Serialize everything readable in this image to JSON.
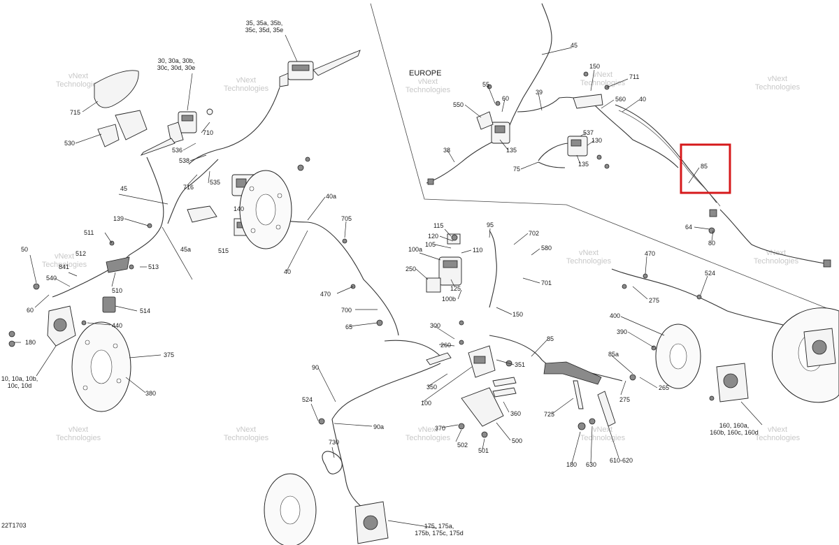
{
  "diagram": {
    "region_label": "EUROPE",
    "drawing_id": "22T1703",
    "watermark_line1": "vNext",
    "watermark_line2": "Technologies",
    "highlight_color": "#d6191b",
    "callouts": [
      {
        "id": "c-35",
        "lines": [
          "35, 35a, 35b,",
          "35c, 35d, 35e"
        ]
      },
      {
        "id": "c-30",
        "lines": [
          "30, 30a, 30b,",
          "30c, 30d, 30e"
        ]
      },
      {
        "id": "c-715",
        "lines": [
          "715"
        ]
      },
      {
        "id": "c-530",
        "lines": [
          "530"
        ]
      },
      {
        "id": "c-710",
        "lines": [
          "710"
        ]
      },
      {
        "id": "c-536",
        "lines": [
          "536"
        ]
      },
      {
        "id": "c-538",
        "lines": [
          "538"
        ]
      },
      {
        "id": "c-716",
        "lines": [
          "716"
        ]
      },
      {
        "id": "c-535",
        "lines": [
          "535"
        ]
      },
      {
        "id": "c-140",
        "lines": [
          "140"
        ]
      },
      {
        "id": "c-515",
        "lines": [
          "515"
        ]
      },
      {
        "id": "c-45a",
        "lines": [
          "45a"
        ]
      },
      {
        "id": "c-45-left",
        "lines": [
          "45"
        ]
      },
      {
        "id": "c-139",
        "lines": [
          "139"
        ]
      },
      {
        "id": "c-511",
        "lines": [
          "511"
        ]
      },
      {
        "id": "c-512",
        "lines": [
          "512"
        ]
      },
      {
        "id": "c-841",
        "lines": [
          "841"
        ]
      },
      {
        "id": "c-513",
        "lines": [
          "513"
        ]
      },
      {
        "id": "c-50",
        "lines": [
          "50"
        ]
      },
      {
        "id": "c-540",
        "lines": [
          "540"
        ]
      },
      {
        "id": "c-510",
        "lines": [
          "510"
        ]
      },
      {
        "id": "c-60-left",
        "lines": [
          "60"
        ]
      },
      {
        "id": "c-514",
        "lines": [
          "514"
        ]
      },
      {
        "id": "c-440",
        "lines": [
          "440"
        ]
      },
      {
        "id": "c-180-left",
        "lines": [
          "180"
        ]
      },
      {
        "id": "c-375",
        "lines": [
          "375"
        ]
      },
      {
        "id": "c-10",
        "lines": [
          "10, 10a, 10b,",
          "10c, 10d"
        ]
      },
      {
        "id": "c-380",
        "lines": [
          "380"
        ]
      },
      {
        "id": "c-40a",
        "lines": [
          "40a"
        ]
      },
      {
        "id": "c-705",
        "lines": [
          "705"
        ]
      },
      {
        "id": "c-40-mid",
        "lines": [
          "40"
        ]
      },
      {
        "id": "c-470-mid",
        "lines": [
          "470"
        ]
      },
      {
        "id": "c-700",
        "lines": [
          "700"
        ]
      },
      {
        "id": "c-65",
        "lines": [
          "65"
        ]
      },
      {
        "id": "c-90",
        "lines": [
          "90"
        ]
      },
      {
        "id": "c-524-left",
        "lines": [
          "524"
        ]
      },
      {
        "id": "c-90a",
        "lines": [
          "90a"
        ]
      },
      {
        "id": "c-730",
        "lines": [
          "730"
        ]
      },
      {
        "id": "c-175",
        "lines": [
          "175, 175a,",
          "175b, 175c, 175d"
        ]
      },
      {
        "id": "c-115",
        "lines": [
          "115"
        ]
      },
      {
        "id": "c-120",
        "lines": [
          "120"
        ]
      },
      {
        "id": "c-105",
        "lines": [
          "105"
        ]
      },
      {
        "id": "c-100a",
        "lines": [
          "100a"
        ]
      },
      {
        "id": "c-110",
        "lines": [
          "110"
        ]
      },
      {
        "id": "c-250",
        "lines": [
          "250"
        ]
      },
      {
        "id": "c-125",
        "lines": [
          "125"
        ]
      },
      {
        "id": "c-100b",
        "lines": [
          "100b"
        ]
      },
      {
        "id": "c-95",
        "lines": [
          "95"
        ]
      },
      {
        "id": "c-702",
        "lines": [
          "702"
        ]
      },
      {
        "id": "c-580",
        "lines": [
          "580"
        ]
      },
      {
        "id": "c-701",
        "lines": [
          "701"
        ]
      },
      {
        "id": "c-150-mid",
        "lines": [
          "150"
        ]
      },
      {
        "id": "c-300",
        "lines": [
          "300"
        ]
      },
      {
        "id": "c-260",
        "lines": [
          "260"
        ]
      },
      {
        "id": "c-351",
        "lines": [
          "351"
        ]
      },
      {
        "id": "c-350",
        "lines": [
          "350"
        ]
      },
      {
        "id": "c-100",
        "lines": [
          "100"
        ]
      },
      {
        "id": "c-85-mid",
        "lines": [
          "85"
        ]
      },
      {
        "id": "c-360",
        "lines": [
          "360"
        ]
      },
      {
        "id": "c-370",
        "lines": [
          "370"
        ]
      },
      {
        "id": "c-502",
        "lines": [
          "502"
        ]
      },
      {
        "id": "c-501",
        "lines": [
          "501"
        ]
      },
      {
        "id": "c-500",
        "lines": [
          "500"
        ]
      },
      {
        "id": "c-725",
        "lines": [
          "725"
        ]
      },
      {
        "id": "c-85a",
        "lines": [
          "85a"
        ]
      },
      {
        "id": "c-275-mid",
        "lines": [
          "275"
        ]
      },
      {
        "id": "c-265",
        "lines": [
          "265"
        ]
      },
      {
        "id": "c-180-mid",
        "lines": [
          "180"
        ]
      },
      {
        "id": "c-630",
        "lines": [
          "630"
        ]
      },
      {
        "id": "c-610",
        "lines": [
          "610-620"
        ]
      },
      {
        "id": "c-470-right",
        "lines": [
          "470"
        ]
      },
      {
        "id": "c-524-right",
        "lines": [
          "524"
        ]
      },
      {
        "id": "c-275-right",
        "lines": [
          "275"
        ]
      },
      {
        "id": "c-400",
        "lines": [
          "400"
        ]
      },
      {
        "id": "c-390",
        "lines": [
          "390"
        ]
      },
      {
        "id": "c-160",
        "lines": [
          "160, 160a,",
          "160b, 160c, 160d"
        ]
      },
      {
        "id": "c-45-top",
        "lines": [
          "45"
        ]
      },
      {
        "id": "c-55",
        "lines": [
          "55"
        ]
      },
      {
        "id": "c-60-top",
        "lines": [
          "60"
        ]
      },
      {
        "id": "c-39",
        "lines": [
          "39"
        ]
      },
      {
        "id": "c-550",
        "lines": [
          "550"
        ]
      },
      {
        "id": "c-38",
        "lines": [
          "38"
        ]
      },
      {
        "id": "c-135-a",
        "lines": [
          "135"
        ]
      },
      {
        "id": "c-150-top",
        "lines": [
          "150"
        ]
      },
      {
        "id": "c-711",
        "lines": [
          "711"
        ]
      },
      {
        "id": "c-560",
        "lines": [
          "560"
        ]
      },
      {
        "id": "c-40-top",
        "lines": [
          "40"
        ]
      },
      {
        "id": "c-537",
        "lines": [
          "537"
        ]
      },
      {
        "id": "c-130",
        "lines": [
          "130"
        ]
      },
      {
        "id": "c-75",
        "lines": [
          "75"
        ]
      },
      {
        "id": "c-135-b",
        "lines": [
          "135"
        ]
      },
      {
        "id": "c-85-top",
        "lines": [
          "85"
        ]
      },
      {
        "id": "c-64",
        "lines": [
          "64"
        ]
      },
      {
        "id": "c-80",
        "lines": [
          "80"
        ]
      }
    ]
  }
}
